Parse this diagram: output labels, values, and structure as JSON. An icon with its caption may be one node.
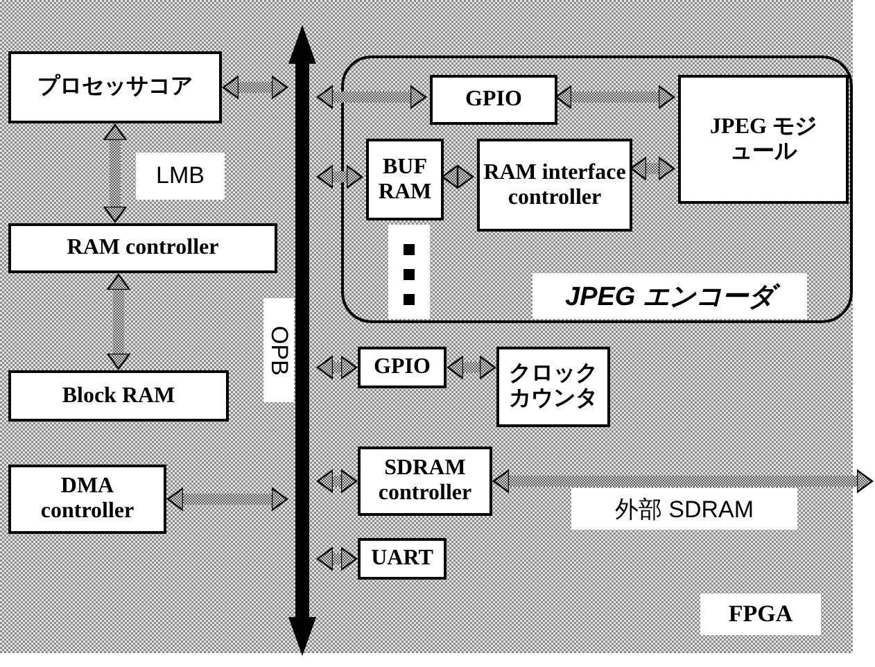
{
  "diagram": {
    "nodes": [
      {
        "text": [
          "FPGA"
        ]
      },
      {
        "text": [
          "プロセッサコア"
        ],
        "in": 0
      },
      {
        "text": [
          "RAM controller"
        ],
        "in": 0
      },
      {
        "text": [
          "Block RAM"
        ],
        "in": 0
      },
      {
        "text": [
          "DMA controller"
        ],
        "in": 0
      },
      {
        "text": [
          "OPB"
        ],
        "in": 0
      },
      {
        "text": [
          "JPEG エンコーダ"
        ],
        "in": 0
      },
      {
        "text": [
          "GPIO"
        ],
        "in": 6
      },
      {
        "text": [
          "JPEG モジュール"
        ],
        "in": 6
      },
      {
        "text": [
          "BUF RAM"
        ],
        "in": 6
      },
      {
        "text": [
          "RAM interface controller"
        ],
        "in": 6
      },
      {
        "text": [
          "GPIO"
        ],
        "in": 0
      },
      {
        "text": [
          "クロックカウンタ"
        ],
        "in": 0
      },
      {
        "text": [
          "SDRAM controller"
        ],
        "in": 0
      },
      {
        "text": [
          "UART"
        ],
        "in": 0
      }
    ],
    "edges": [
      {
        "from": 1,
        "to": 5,
        "arrow": "both"
      },
      {
        "from": 5,
        "to": 7,
        "arrow": "both"
      },
      {
        "from": 7,
        "to": 8,
        "arrow": "both"
      },
      {
        "from": 5,
        "to": 9,
        "arrow": "both"
      },
      {
        "from": 9,
        "to": 10,
        "arrow": "both"
      },
      {
        "from": 10,
        "to": 8,
        "arrow": "both"
      },
      {
        "from": 1,
        "to": 2,
        "arrow": "both",
        "label": "LMB"
      },
      {
        "from": 2,
        "to": 3,
        "arrow": "both"
      },
      {
        "from": 5,
        "to": 11,
        "arrow": "both"
      },
      {
        "from": 11,
        "to": 12,
        "arrow": "both"
      },
      {
        "from": 5,
        "to": 13,
        "arrow": "both"
      },
      {
        "from": 13,
        "to": null,
        "arrow": "both",
        "label": "外部 SDRAM"
      },
      {
        "from": 5,
        "to": 14,
        "arrow": "both"
      },
      {
        "from": 4,
        "to": 5,
        "arrow": "both"
      }
    ]
  }
}
